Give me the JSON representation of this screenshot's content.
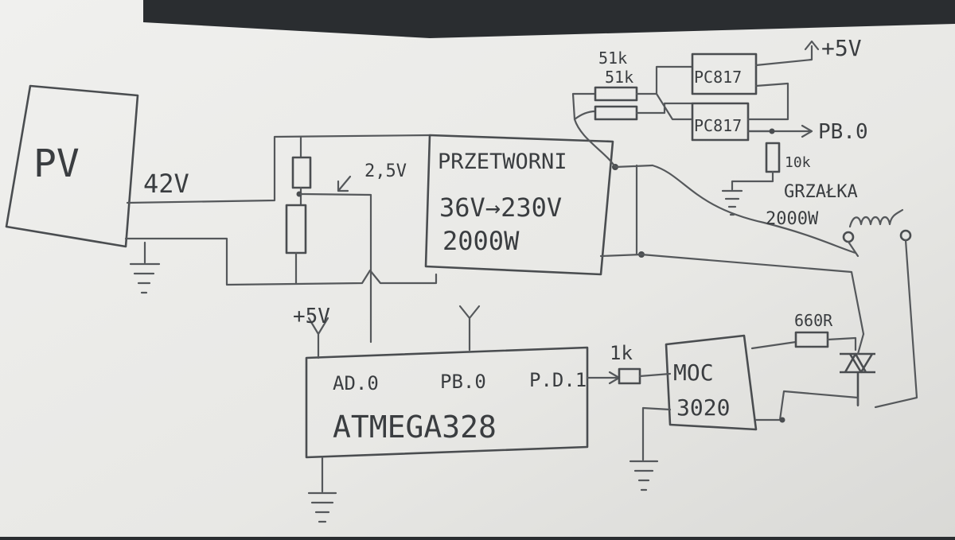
{
  "blocks": {
    "pv": "PV",
    "converter_line1": "PRZETWORNI",
    "converter_line2": "36V→230V",
    "converter_line3": "2000W",
    "mcu_name": "ATMEGA328",
    "mcu_pin_adc": "AD.0",
    "mcu_pin_pb0": "PB.0",
    "mcu_pin_pd1": "P.D.1",
    "moc_line1": "MOC",
    "moc_line2": "3020",
    "opto_top": "PC817",
    "opto_bottom": "PC817",
    "heater_line1": "GRZAŁKA",
    "heater_line2": "2000W"
  },
  "labels": {
    "pv_voltage": "42V",
    "divider_voltage": "2,5V",
    "vcc_top": "+5V",
    "vcc_left": "+5V",
    "pb0_out": "PB.0",
    "r_51k_a": "51k",
    "r_51k_b": "51k",
    "r_10k": "10k",
    "r_1k": "1k",
    "r_660": "660R"
  },
  "colors": {
    "paper": "#ebebe8",
    "pencil": "#4a4d50",
    "background": "#2a2d30"
  }
}
